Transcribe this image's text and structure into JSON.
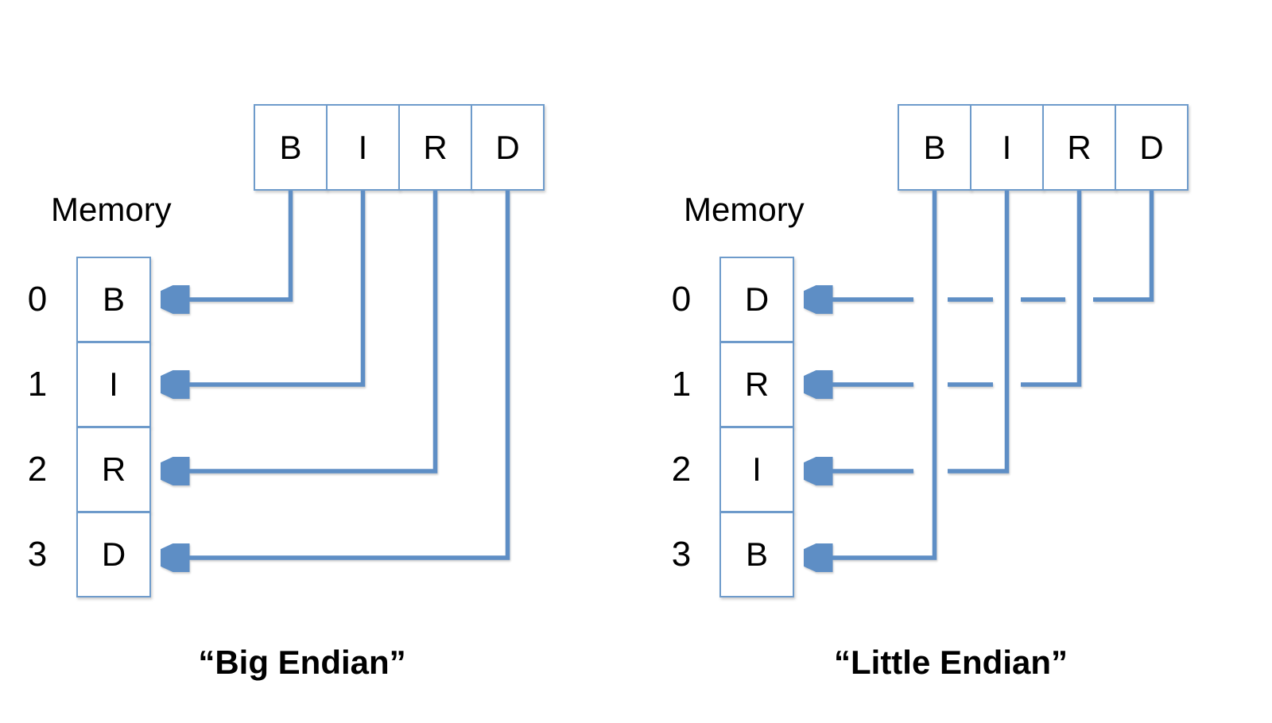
{
  "colors": {
    "line": "#5e8ec5",
    "box_border": "#6e9bcb",
    "text": "#000000",
    "background": "#ffffff"
  },
  "diagrams": [
    {
      "title": "“Big Endian”",
      "memory_label": "Memory",
      "register": [
        "B",
        "I",
        "R",
        "D"
      ],
      "memory": [
        {
          "address": "0",
          "value": "B"
        },
        {
          "address": "1",
          "value": "I"
        },
        {
          "address": "2",
          "value": "R"
        },
        {
          "address": "3",
          "value": "D"
        }
      ]
    },
    {
      "title": "“Little Endian”",
      "memory_label": "Memory",
      "register": [
        "B",
        "I",
        "R",
        "D"
      ],
      "memory": [
        {
          "address": "0",
          "value": "D"
        },
        {
          "address": "1",
          "value": "R"
        },
        {
          "address": "2",
          "value": "I"
        },
        {
          "address": "3",
          "value": "B"
        }
      ]
    }
  ]
}
